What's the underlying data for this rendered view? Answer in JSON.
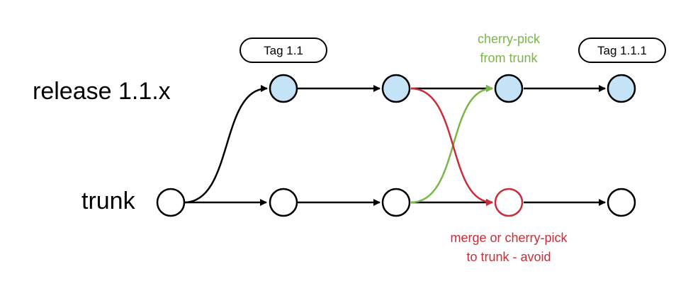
{
  "lanes": {
    "release": "release 1.1.x",
    "trunk": "trunk"
  },
  "tags": {
    "tag_1_1": "Tag 1.1",
    "tag_1_1_1": "Tag 1.1.1"
  },
  "notes": {
    "cherry_pick_line1": "cherry-pick",
    "cherry_pick_line2": "from trunk",
    "merge_line1": "merge or cherry-pick",
    "merge_line2": "to trunk - avoid"
  },
  "colors": {
    "release_commit_fill": "#c5e3f6",
    "trunk_commit_fill": "#ffffff",
    "stroke": "#000000",
    "green": "#7ab648",
    "red": "#c92d39"
  }
}
